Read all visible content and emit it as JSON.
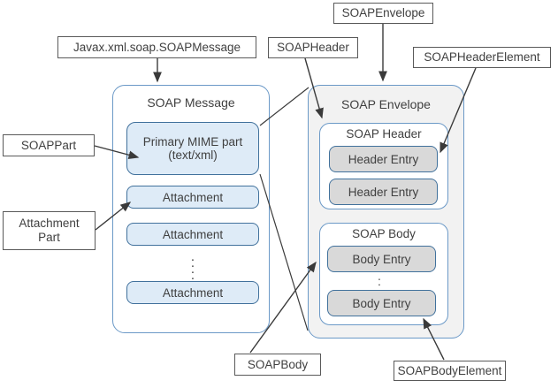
{
  "labels": {
    "javax": "Javax.xml.soap.SOAPMessage",
    "soap_envelope": "SOAPEnvelope",
    "soap_header": "SOAPHeader",
    "soap_header_element": "SOAPHeaderElement",
    "soap_part": "SOAPPart",
    "attachment_part_line1": "Attachment",
    "attachment_part_line2": "Part",
    "soap_body": "SOAPBody",
    "soap_body_element": "SOAPBodyElement"
  },
  "message_box": {
    "title": "SOAP Message",
    "primary_mime_line1": "Primary MIME part",
    "primary_mime_line2": "(text/xml)",
    "attachments": [
      "Attachment",
      "Attachment",
      "Attachment"
    ],
    "ellipsis_vertical": "⋮",
    "ellipsis_dots": ".\n.\n.\n."
  },
  "envelope_box": {
    "title": "SOAP Envelope",
    "header": {
      "title": "SOAP Header",
      "entries": [
        "Header Entry",
        "Header Entry"
      ]
    },
    "body": {
      "title": "SOAP Body",
      "entries": [
        "Body Entry",
        "Body Entry"
      ],
      "ellipsis": ":"
    }
  },
  "colors": {
    "light_blue_fill": "#deebf7",
    "gray_fill": "#d9d9d9",
    "envelope_fill": "#f2f2f2",
    "blue_border": "#41719c",
    "container_border": "#6b99c7",
    "label_border": "#595959",
    "line_color": "#3a3a3a",
    "text": "#404040",
    "background": "#ffffff"
  }
}
